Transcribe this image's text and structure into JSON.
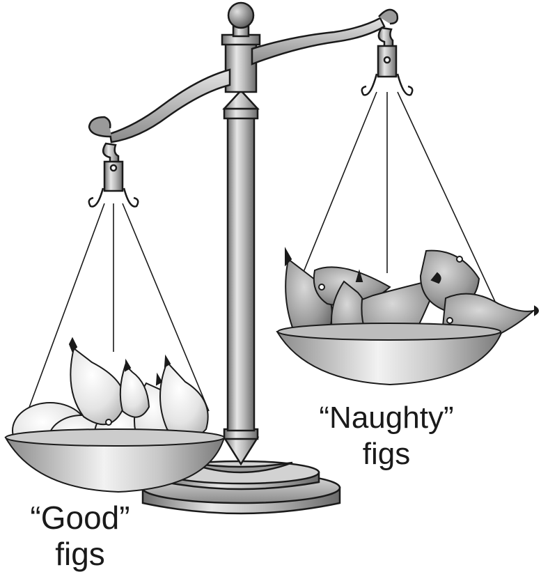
{
  "labels": {
    "good_line1": "“Good”",
    "good_line2": "figs",
    "naughty_line1": "“Naughty”",
    "naughty_line2": "figs"
  },
  "colors": {
    "outline": "#1a1a1a",
    "metal_light": "#eeeeee",
    "metal_mid": "#a8a8a8",
    "metal_dark": "#6e6e6e",
    "good_fig_light": "#f7f7f7",
    "good_fig_shade": "#c9c9c9",
    "naughty_fig_light": "#d6d6d6",
    "naughty_fig_shade": "#7a7a7a"
  }
}
